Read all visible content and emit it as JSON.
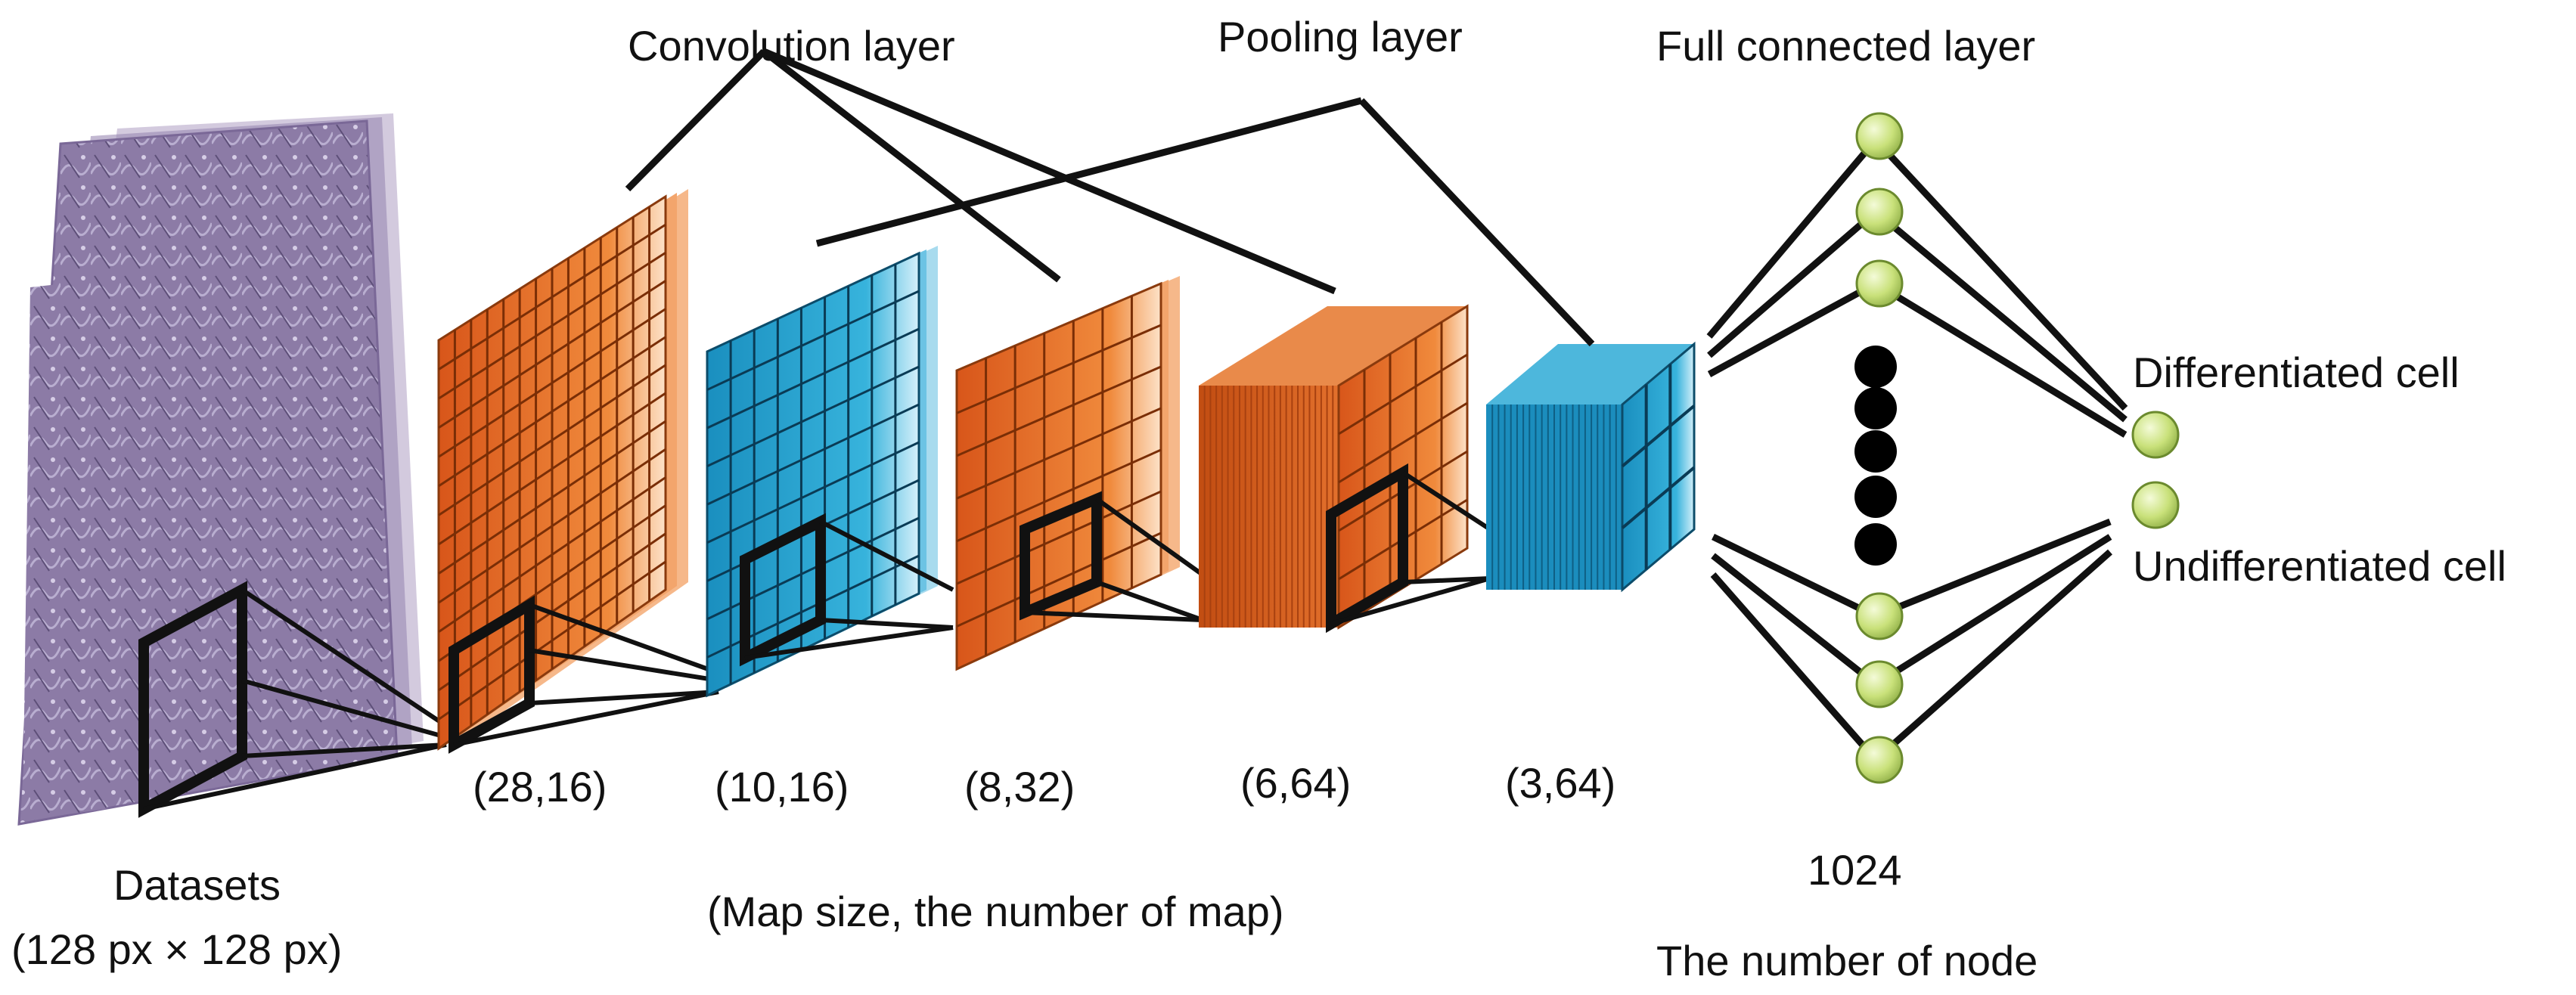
{
  "labels": {
    "convolution_layer": "Convolution layer",
    "pooling_layer": "Pooling layer",
    "full_connected_layer": "Full connected layer",
    "dataset_title": "Datasets",
    "dataset_size": "(128 px × 128 px)",
    "map_caption": "(Map size, the number of map)",
    "node_count": "1024",
    "node_caption": "The number of node"
  },
  "layers": [
    {
      "dims": "(28,16)",
      "kind": "convolution"
    },
    {
      "dims": "(10,16)",
      "kind": "pooling"
    },
    {
      "dims": "(8,32)",
      "kind": "convolution"
    },
    {
      "dims": "(6,64)",
      "kind": "convolution"
    },
    {
      "dims": "(3,64)",
      "kind": "pooling"
    }
  ],
  "outputs": [
    {
      "label": "Differentiated cell"
    },
    {
      "label": "Undifferentiated cell"
    }
  ],
  "colors": {
    "convolution": "#e4661f",
    "pooling": "#2aa3cf",
    "node": "#c8e27a",
    "dataset": "#8d7aa3"
  }
}
